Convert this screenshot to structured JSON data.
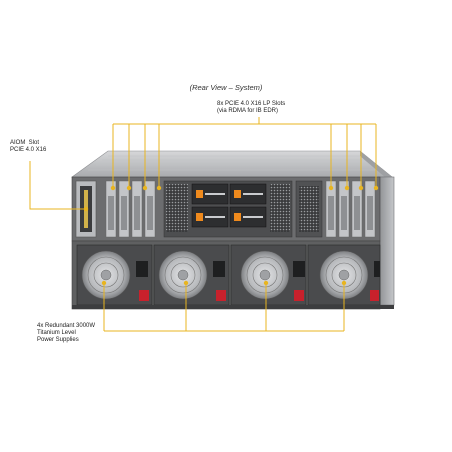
{
  "title": "(Rear View – System)",
  "callouts": {
    "pcie": {
      "line1": "8x PCIE 4.0 X16 LP Slots",
      "line2": "(via RDMA for IB EDR)"
    },
    "aiom": {
      "line1": "AIOM  Slot",
      "line2": "PCIE 4.0 X16"
    },
    "psu": {
      "line1": "4x Redundant 3000W",
      "line2": "Titanium Level",
      "line3": "Power Supplies"
    }
  },
  "colors": {
    "callout": "#e8b520",
    "chassis": "#5f6061",
    "psu_handle": "#c8212c",
    "drive_latch": "#ef8a1d"
  }
}
